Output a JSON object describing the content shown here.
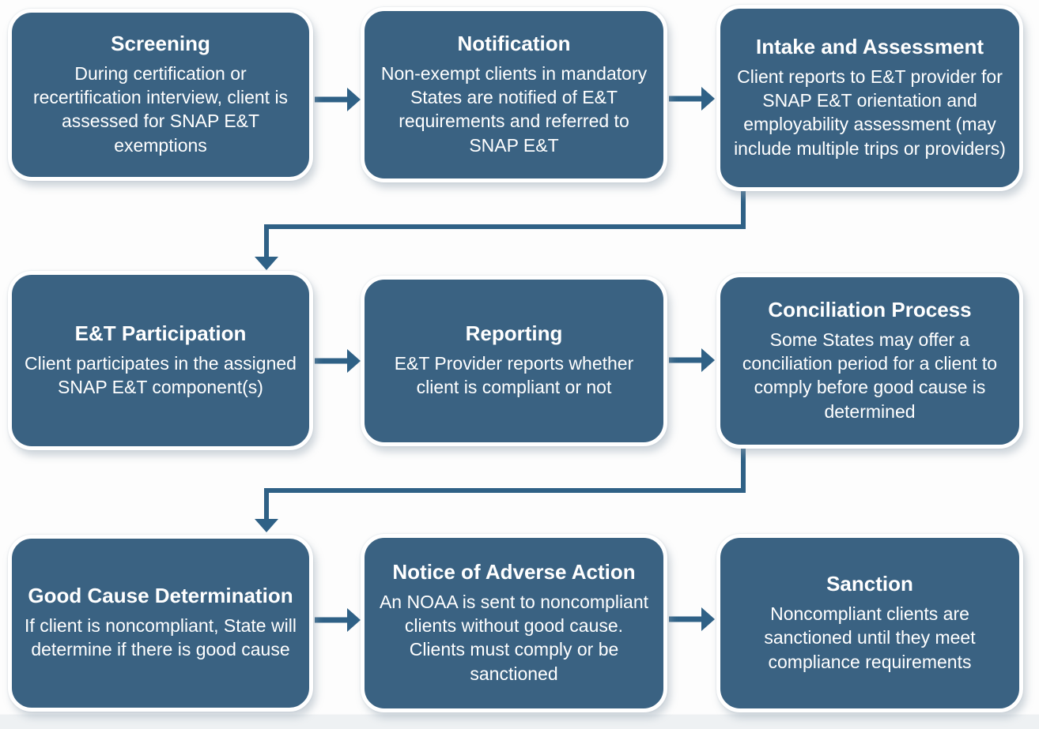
{
  "colors": {
    "box_fill": "#3a6282",
    "box_border": "#ffffff",
    "arrow": "#2f6186",
    "text": "#ffffff",
    "background": "#fdfdfd"
  },
  "flow": {
    "steps": [
      {
        "id": "screening",
        "title": "Screening",
        "body": "During certification or recertification interview, client is assessed for SNAP E&T exemptions"
      },
      {
        "id": "notification",
        "title": "Notification",
        "body": "Non-exempt clients in mandatory States are notified of E&T requirements and referred  to SNAP E&T"
      },
      {
        "id": "intake-and-assessment",
        "title": "Intake and Assessment",
        "body": "Client reports to E&T provider for SNAP E&T orientation and employability assessment (may include multiple trips or providers)"
      },
      {
        "id": "et-participation",
        "title": "E&T Participation",
        "body": "Client participates in the assigned SNAP E&T component(s)"
      },
      {
        "id": "reporting",
        "title": "Reporting",
        "body": "E&T Provider reports whether client is compliant or not"
      },
      {
        "id": "conciliation-process",
        "title": "Conciliation Process",
        "body": "Some States may offer a conciliation period for a client to comply before good cause is determined"
      },
      {
        "id": "good-cause-determination",
        "title": "Good Cause Determination",
        "body": "If client is noncompliant, State will determine if there is good cause"
      },
      {
        "id": "notice-of-adverse-action",
        "title": "Notice of Adverse Action",
        "body": "An NOAA is sent to noncompliant clients without good cause. Clients must comply or be sanctioned"
      },
      {
        "id": "sanction",
        "title": "Sanction",
        "body": "Noncompliant clients are sanctioned until they meet compliance requirements"
      }
    ],
    "connections": [
      {
        "from": "screening",
        "to": "notification"
      },
      {
        "from": "notification",
        "to": "intake-and-assessment"
      },
      {
        "from": "intake-and-assessment",
        "to": "et-participation"
      },
      {
        "from": "et-participation",
        "to": "reporting"
      },
      {
        "from": "reporting",
        "to": "conciliation-process"
      },
      {
        "from": "conciliation-process",
        "to": "good-cause-determination"
      },
      {
        "from": "good-cause-determination",
        "to": "notice-of-adverse-action"
      },
      {
        "from": "notice-of-adverse-action",
        "to": "sanction"
      }
    ]
  }
}
